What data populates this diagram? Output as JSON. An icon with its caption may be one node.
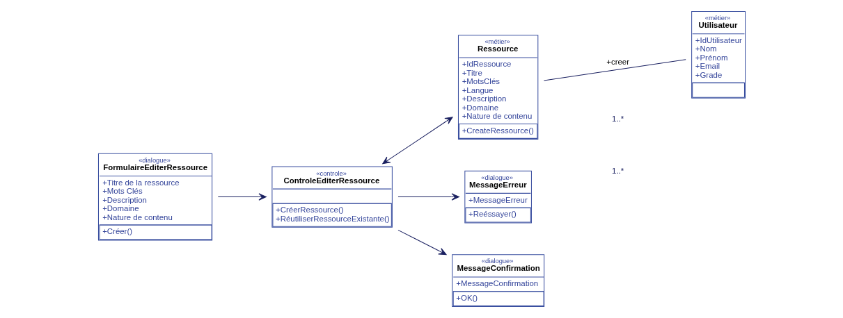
{
  "diagram": {
    "nodes": [
      {
        "text": [
          "«dialogue»",
          "FormulaireEditerRessource",
          "+Titre de la ressource",
          "+Mots Clés",
          "+Description",
          "+Domaine",
          "+Nature de contenu",
          "+Créer()"
        ]
      },
      {
        "text": [
          "«controle»",
          "ControleEditerRessource",
          "+CréerRessource()",
          "+RéutiliserRessourceExistante()"
        ]
      },
      {
        "text": [
          "«métier»",
          "Ressource",
          "+IdRessource",
          "+Titre",
          "+MotsClés",
          "+Langue",
          "+Description",
          "+Domaine",
          "+Nature de contenu",
          "+CreateRessource()"
        ]
      },
      {
        "text": [
          "«métier»",
          "Utilisateur",
          "+IdUtilisateur",
          "+Nom",
          "+Prénom",
          "+Email",
          "+Grade"
        ]
      },
      {
        "text": [
          "«dialogue»",
          "MessageErreur",
          "+MessageErreur",
          "+Reéssayer()"
        ]
      },
      {
        "text": [
          "«dialogue»",
          "MessageConfirmation",
          "+MessageConfirmation",
          "+OK()"
        ]
      }
    ],
    "edges": [
      {
        "from": 0,
        "to": 1,
        "arrow": "to"
      },
      {
        "from": 1,
        "to": 2,
        "arrow": "both"
      },
      {
        "from": 2,
        "to": 3,
        "arrow": "none",
        "label": "+creer"
      },
      {
        "from": 1,
        "to": 4,
        "arrow": "to"
      },
      {
        "from": 1,
        "to": 5,
        "arrow": "to"
      }
    ],
    "labels": [
      "1..*",
      "1..*"
    ]
  }
}
